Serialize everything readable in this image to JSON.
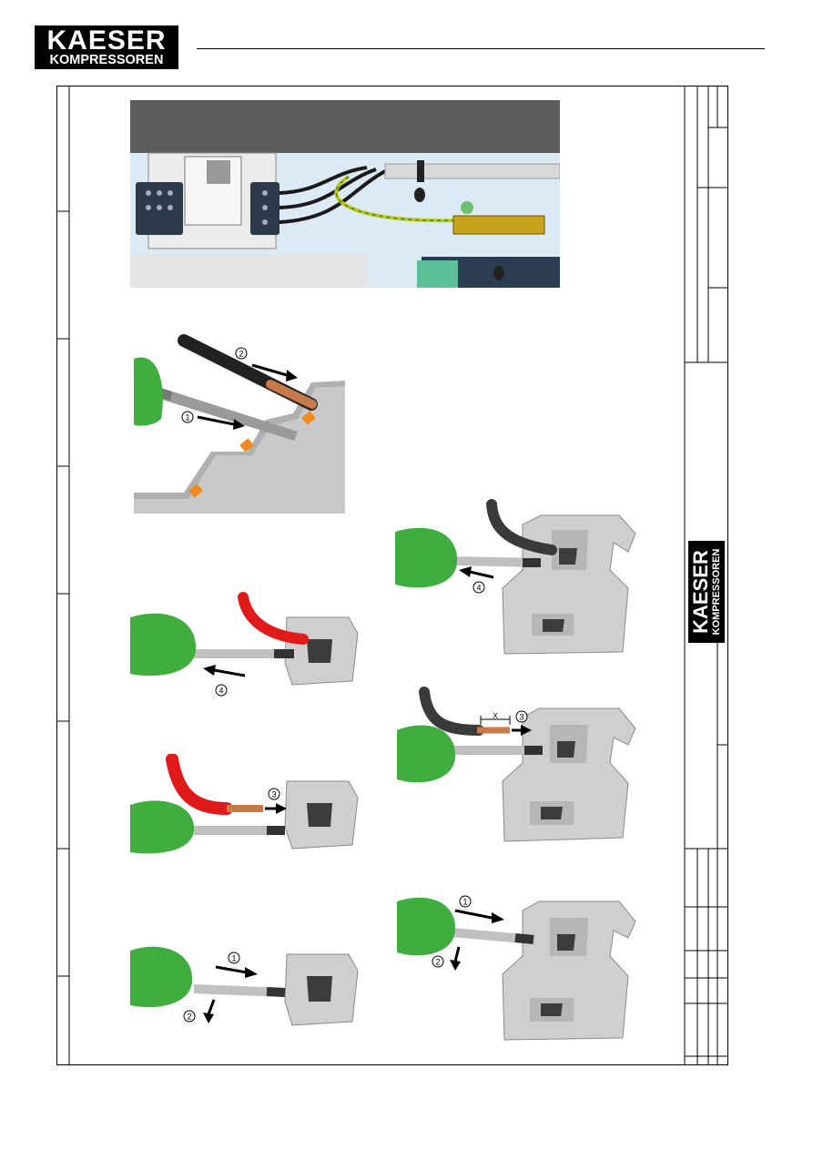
{
  "brand": {
    "name_line1": "KAESER",
    "name_line2": "KOMPRESSOREN"
  },
  "figures": {
    "stripping_labels": [
      "2",
      "1"
    ],
    "release_step": "4",
    "insert_step": "3",
    "start_steps": [
      "1",
      "2"
    ],
    "strip_length_label": "X"
  },
  "colors": {
    "grip_green": "#3fae3f",
    "wire_red": "#e01a1a",
    "terminal_orange": "#f08a1e",
    "panel_blue": "#dbeaf5"
  }
}
